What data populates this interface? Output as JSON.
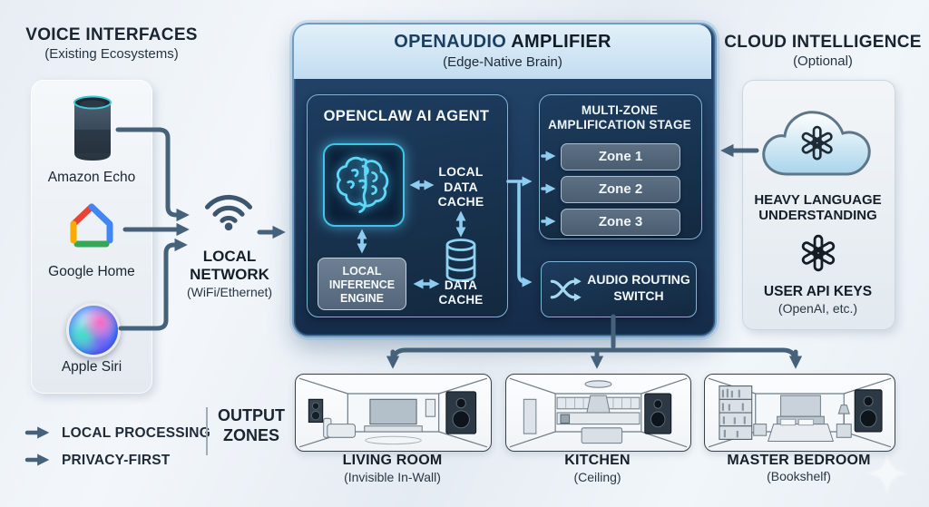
{
  "voice_interfaces": {
    "title": "VOICE INTERFACES",
    "subtitle": "(Existing Ecosystems)",
    "devices": [
      {
        "name": "Amazon Echo"
      },
      {
        "name": "Google Home"
      },
      {
        "name": "Apple Siri"
      }
    ]
  },
  "local_network": {
    "line1": "LOCAL",
    "line2": "NETWORK",
    "subtitle": "(WiFi/Ethernet)"
  },
  "amplifier": {
    "brand": "OPENAUDIO",
    "product": "AMPLIFIER",
    "subtitle": "(Edge-Native Brain)",
    "agent": {
      "title": "OPENCLAW AI AGENT",
      "cache_line1": "LOCAL",
      "cache_line2": "DATA",
      "cache_line3": "CACHE",
      "inference_line1": "LOCAL",
      "inference_line2": "INFERENCE",
      "inference_line3": "ENGINE",
      "db_line1": "DATA",
      "db_line2": "CACHE"
    },
    "multizone": {
      "title_line1": "MULTI-ZONE",
      "title_line2": "AMPLIFICATION STAGE",
      "zones": [
        "Zone 1",
        "Zone 2",
        "Zone 3"
      ]
    },
    "routing": {
      "line1": "AUDIO ROUTING",
      "line2": "SWITCH"
    }
  },
  "cloud": {
    "title": "CLOUD INTELLIGENCE",
    "subtitle": "(Optional)",
    "capability_line1": "HEAVY LANGUAGE",
    "capability_line2": "UNDERSTANDING",
    "keys_title": "USER API KEYS",
    "keys_subtitle": "(OpenAI, etc.)"
  },
  "legend": {
    "items": [
      {
        "label": "LOCAL PROCESSING"
      },
      {
        "label": "PRIVACY-FIRST"
      }
    ]
  },
  "output_zones": {
    "line1": "OUTPUT",
    "line2": "ZONES",
    "rooms": [
      {
        "name": "LIVING ROOM",
        "type": "(Invisible In-Wall)"
      },
      {
        "name": "KITCHEN",
        "type": "(Ceiling)"
      },
      {
        "name": "MASTER BEDROOM",
        "type": "(Bookshelf)"
      }
    ]
  },
  "colors": {
    "connector_slate": "#46627a",
    "arrow_light_blue": "#8ecdf0",
    "panel_navy": "#1b3a5a",
    "header_light_blue": "#cfe3f4",
    "glow_cyan": "#55d6f6"
  }
}
